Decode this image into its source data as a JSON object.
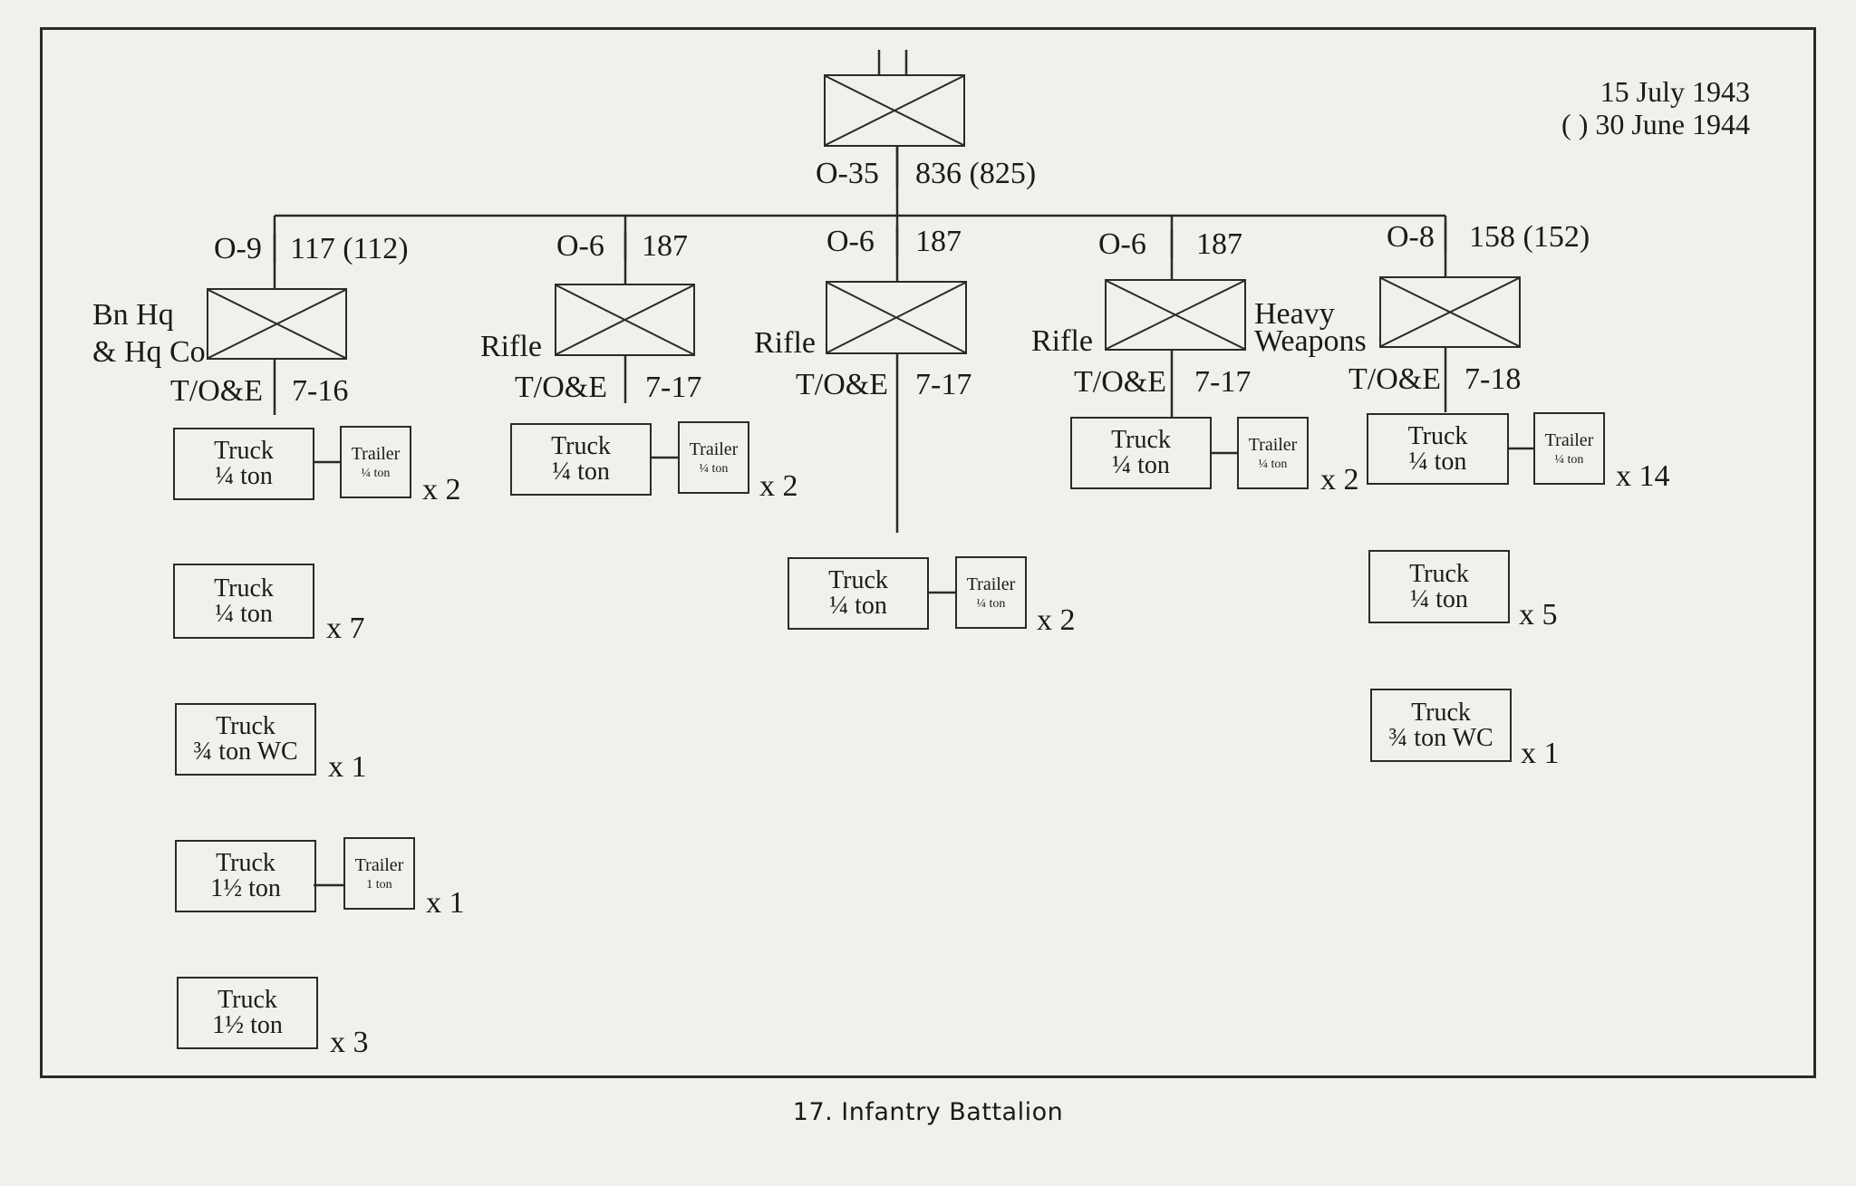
{
  "dates": {
    "line1": "15 July 1943",
    "line2": "( ) 30 June 1944"
  },
  "caption": "17. Infantry Battalion",
  "battalion": {
    "officers": "O-35",
    "enlisted": "836 (825)"
  },
  "units": [
    {
      "name_lines": [
        "Bn Hq",
        "& Hq Co"
      ],
      "officers": "O-9",
      "enlisted": "117 (112)",
      "toe": "T/O&E",
      "toe_num": "7-16",
      "vehicles": [
        {
          "truck": [
            "Truck",
            "¼ ton"
          ],
          "trailer": [
            "Trailer",
            "¼ ton"
          ],
          "qty": "x 2"
        },
        {
          "truck": [
            "Truck",
            "¼ ton"
          ],
          "qty": "x 7"
        },
        {
          "truck": [
            "Truck",
            "¾ ton WC"
          ],
          "qty": "x 1"
        },
        {
          "truck": [
            "Truck",
            "1½ ton"
          ],
          "trailer": [
            "Trailer",
            "1 ton"
          ],
          "qty": "x 1"
        },
        {
          "truck": [
            "Truck",
            "1½ ton"
          ],
          "qty": "x 3"
        }
      ]
    },
    {
      "name_lines": [
        "Rifle"
      ],
      "officers": "O-6",
      "enlisted": "187",
      "toe": "T/O&E",
      "toe_num": "7-17",
      "vehicles": [
        {
          "truck": [
            "Truck",
            "¼ ton"
          ],
          "trailer": [
            "Trailer",
            "¼ ton"
          ],
          "qty": "x 2"
        }
      ]
    },
    {
      "name_lines": [
        "Rifle"
      ],
      "officers": "O-6",
      "enlisted": "187",
      "toe": "T/O&E",
      "toe_num": "7-17",
      "vehicles": [
        {
          "truck": [
            "Truck",
            "¼ ton"
          ],
          "trailer": [
            "Trailer",
            "¼ ton"
          ],
          "qty": "x 2"
        }
      ]
    },
    {
      "name_lines": [
        "Rifle"
      ],
      "officers": "O-6",
      "enlisted": "187",
      "toe": "T/O&E",
      "toe_num": "7-17",
      "vehicles": [
        {
          "truck": [
            "Truck",
            "¼ ton"
          ],
          "trailer": [
            "Trailer",
            "¼ ton"
          ],
          "qty": "x 2"
        }
      ]
    },
    {
      "name_lines": [
        "Heavy",
        "Weapons"
      ],
      "officers": "O-8",
      "enlisted": "158 (152)",
      "toe": "T/O&E",
      "toe_num": "7-18",
      "vehicles": [
        {
          "truck": [
            "Truck",
            "¼ ton"
          ],
          "trailer": [
            "Trailer",
            "¼ ton"
          ],
          "qty": "x 14"
        },
        {
          "truck": [
            "Truck",
            "¼ ton"
          ],
          "qty": "x 5"
        },
        {
          "truck": [
            "Truck",
            "¾ ton WC"
          ],
          "qty": "x 1"
        }
      ]
    }
  ]
}
